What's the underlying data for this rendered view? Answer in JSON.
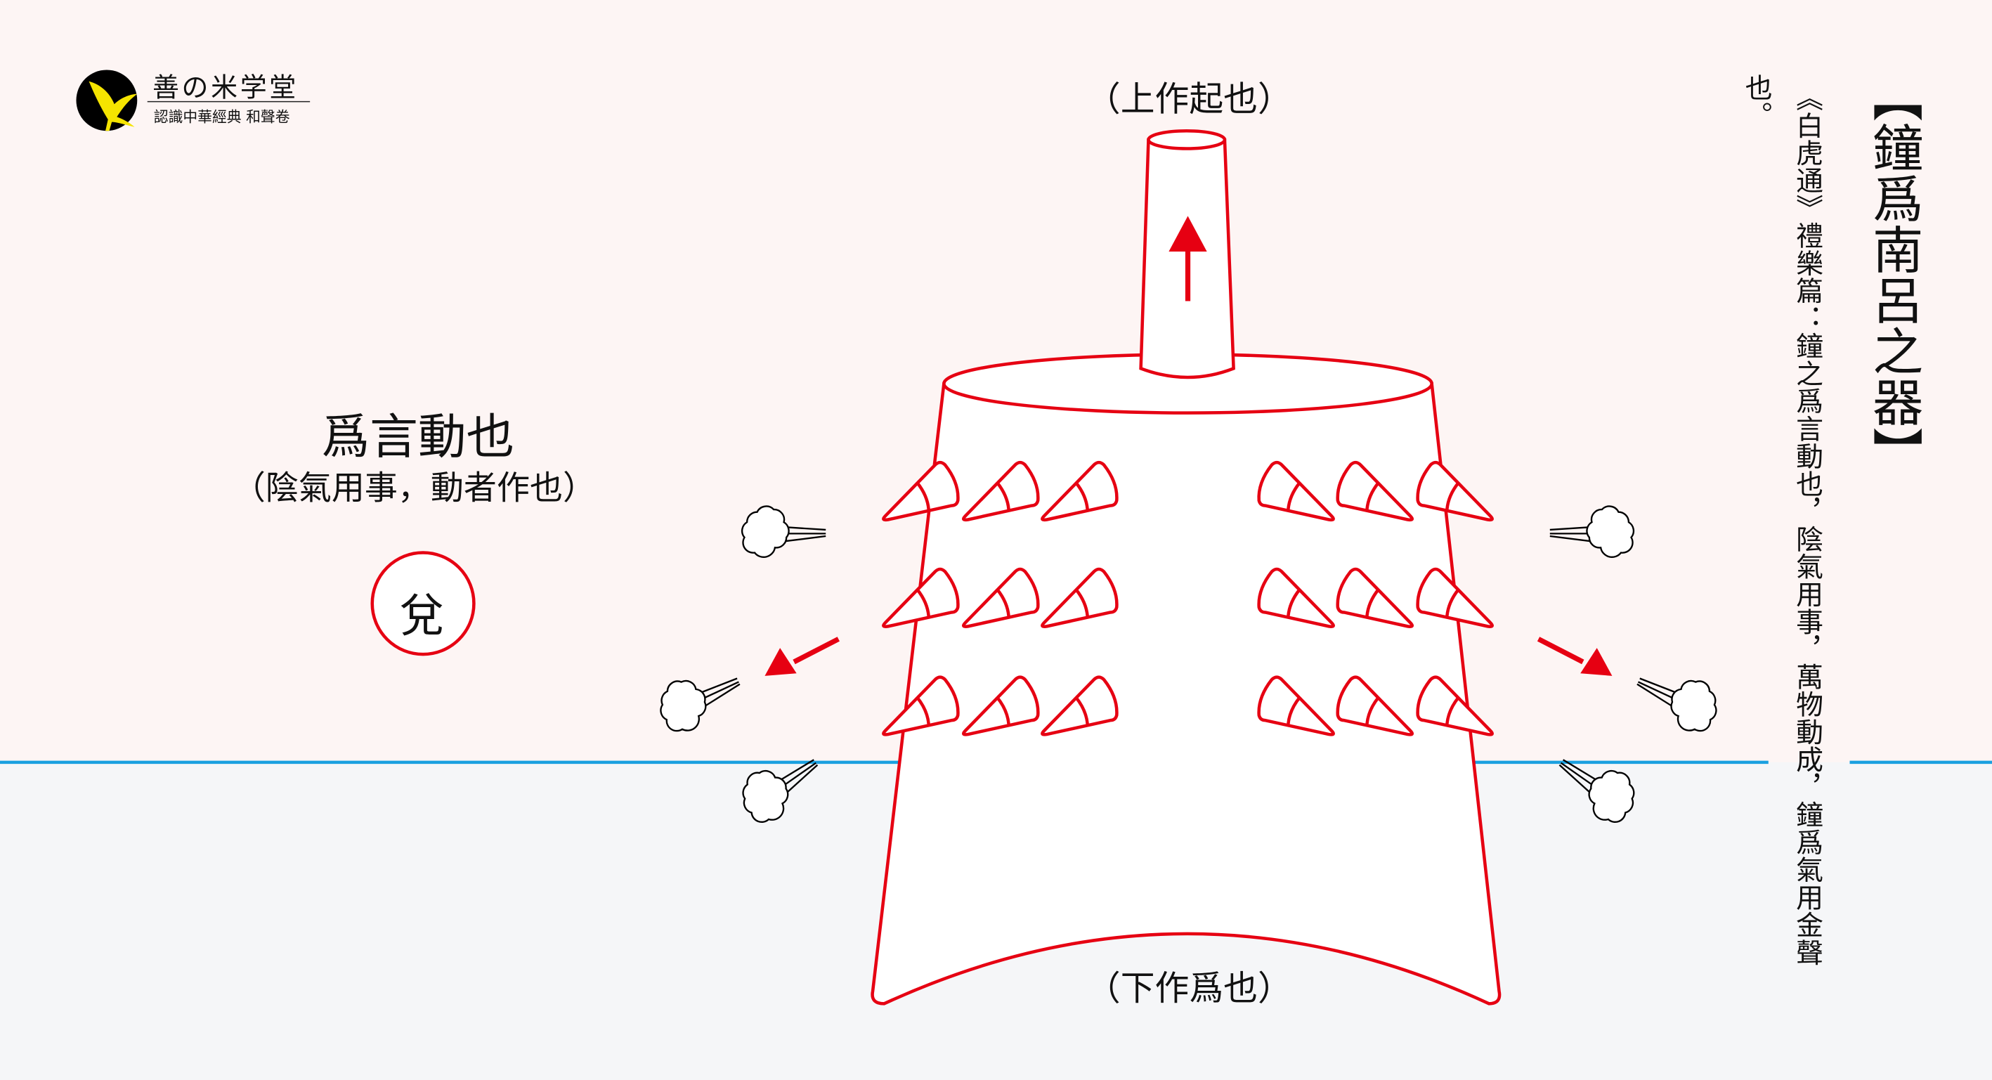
{
  "logo": {
    "name": "善の米学堂",
    "subtitle": "認識中華經典 和聲卷"
  },
  "diagram": {
    "top_label": "（上作起也）",
    "bottom_label": "（下作爲也）",
    "meaning_heading": "爲言動也",
    "meaning_sub": "（陰氣用事，動者作也）",
    "trigram": "兌"
  },
  "side_text": {
    "title": "【鐘爲南呂之器】",
    "quote_column_1": "《白虎通》禮樂篇：鐘之爲言動也，陰氣用事，萬物動成，鐘爲氣用金聲",
    "quote_column_2": "也。"
  },
  "colors": {
    "accent_red": "#e60012",
    "horizon_blue": "#1aa0e0",
    "upper_bg": "#fdf5f4",
    "lower_bg": "#f5f6f8"
  }
}
